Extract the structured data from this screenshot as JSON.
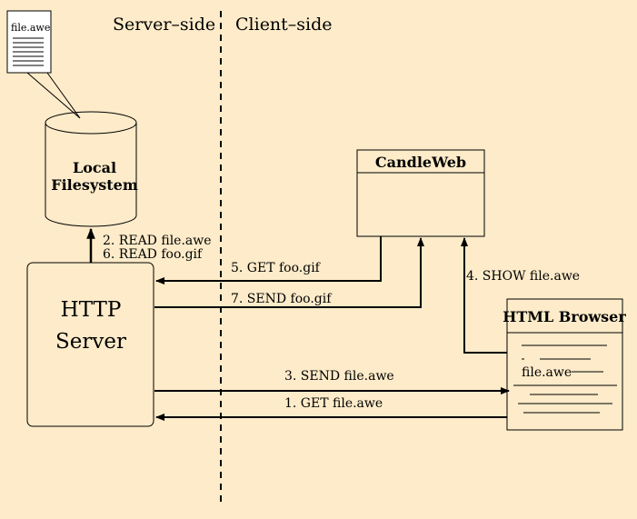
{
  "sections": {
    "server": "Server–side",
    "client": "Client–side"
  },
  "document_icon": {
    "label": "file.awe"
  },
  "filesystem": {
    "line1": "Local",
    "line2": "Filesystem"
  },
  "http_server": {
    "line1": "HTTP",
    "line2": "Server"
  },
  "candleweb": {
    "title": "CandleWeb"
  },
  "browser": {
    "title": "HTML Browser",
    "file_label": "file.awe"
  },
  "messages": {
    "read_file": "2. READ file.awe",
    "read_gif": "6. READ foo.gif",
    "get_gif": "5. GET foo.gif",
    "send_gif": "7. SEND foo.gif",
    "show_file": "4. SHOW file.awe",
    "send_file": "3. SEND file.awe",
    "get_file": "1. GET file.awe"
  }
}
